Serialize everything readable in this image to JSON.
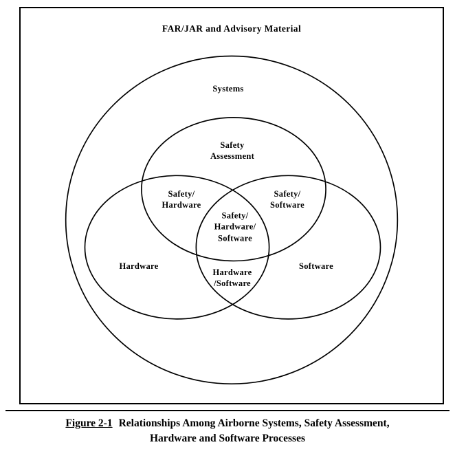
{
  "diagram": {
    "header": "FAR/JAR and Advisory Material",
    "labels": {
      "systems": "Systems",
      "safety_assessment": "Safety\nAssessment",
      "safety_hardware": "Safety/\nHardware",
      "safety_software": "Safety/\nSoftware",
      "safety_hardware_software": "Safety/\nHardware/\nSoftware",
      "hardware": "Hardware",
      "software": "Software",
      "hardware_software": "Hardware\n/Software"
    },
    "stroke_color": "#000000",
    "background_color": "#ffffff"
  },
  "caption": {
    "figure_label": "Figure 2-1",
    "text": "Relationships Among Airborne Systems, Safety Assessment,\nHardware and Software Processes"
  }
}
